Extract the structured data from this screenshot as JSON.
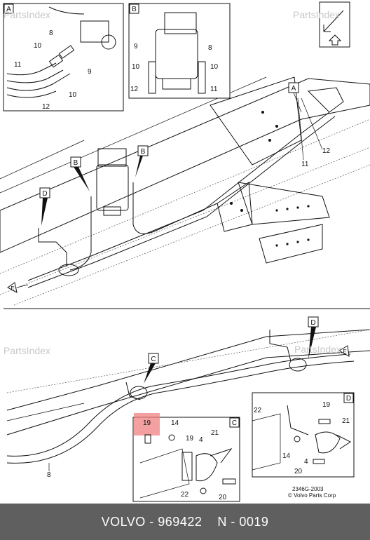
{
  "watermark": "PartsIndex",
  "detail_boxes": {
    "A": {
      "label": "A",
      "callouts": [
        "8",
        "9",
        "10",
        "10",
        "11",
        "12"
      ]
    },
    "B": {
      "label": "B",
      "callouts": [
        "8",
        "9",
        "10",
        "10",
        "11",
        "12"
      ]
    },
    "C": {
      "label": "C",
      "callouts": [
        "19",
        "14",
        "19",
        "4",
        "21",
        "22",
        "20"
      ]
    },
    "D": {
      "label": "D",
      "callouts": [
        "22",
        "19",
        "21",
        "14",
        "4",
        "20"
      ]
    }
  },
  "main_view_top": {
    "flag_labels": [
      "A",
      "B",
      "B",
      "D",
      "E"
    ],
    "callouts": [
      "11",
      "12"
    ]
  },
  "main_view_bottom": {
    "flag_labels": [
      "C",
      "D",
      "E"
    ],
    "callouts": [
      "8"
    ]
  },
  "highlighted_part": "19",
  "highlight_color": "#f08080",
  "drawing_number": "2346G-2003",
  "copyright": "© Volvo Parts Corp",
  "footer": {
    "brand": "VOLVO",
    "part_number": "969422",
    "position": "N - 0019",
    "separator": " - ",
    "background": "#5f5f5f"
  }
}
